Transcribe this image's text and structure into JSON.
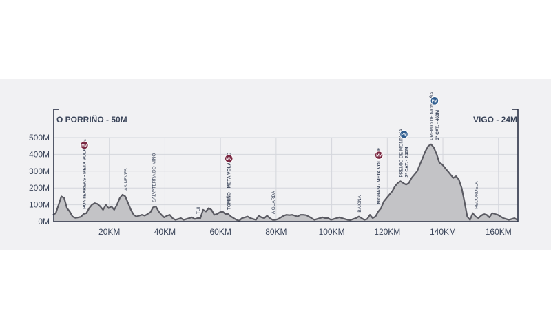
{
  "chart_data": {
    "type": "area",
    "start_label": "O PORRIÑO - 50M",
    "end_label": "VIGO - 24M",
    "xlim": [
      0,
      167
    ],
    "ylim": [
      0,
      500
    ],
    "x_ticks": [
      {
        "v": 20,
        "label": "20KM"
      },
      {
        "v": 40,
        "label": "40KM"
      },
      {
        "v": 60,
        "label": "60KM"
      },
      {
        "v": 80,
        "label": "80KM"
      },
      {
        "v": 100,
        "label": "100KM"
      },
      {
        "v": 120,
        "label": "120KM"
      },
      {
        "v": 140,
        "label": "140KM"
      },
      {
        "v": 160,
        "label": "160KM"
      }
    ],
    "y_ticks": [
      {
        "v": 0,
        "label": "0M"
      },
      {
        "v": 100,
        "label": "100M"
      },
      {
        "v": 200,
        "label": "200M"
      },
      {
        "v": 300,
        "label": "300M"
      },
      {
        "v": 400,
        "label": "400M"
      },
      {
        "v": 500,
        "label": "500M"
      }
    ],
    "profile": [
      [
        0,
        40
      ],
      [
        1,
        50
      ],
      [
        2,
        100
      ],
      [
        3,
        150
      ],
      [
        4,
        140
      ],
      [
        5,
        80
      ],
      [
        6,
        60
      ],
      [
        7,
        30
      ],
      [
        8,
        22
      ],
      [
        9,
        24
      ],
      [
        10,
        28
      ],
      [
        11,
        45
      ],
      [
        12,
        50
      ],
      [
        13,
        80
      ],
      [
        14,
        100
      ],
      [
        15,
        110
      ],
      [
        16,
        105
      ],
      [
        17,
        90
      ],
      [
        18,
        70
      ],
      [
        19,
        100
      ],
      [
        20,
        80
      ],
      [
        21,
        90
      ],
      [
        22,
        70
      ],
      [
        23,
        100
      ],
      [
        24,
        140
      ],
      [
        25,
        160
      ],
      [
        26,
        150
      ],
      [
        27,
        110
      ],
      [
        28,
        70
      ],
      [
        29,
        40
      ],
      [
        30,
        30
      ],
      [
        31,
        35
      ],
      [
        32,
        40
      ],
      [
        33,
        35
      ],
      [
        34,
        45
      ],
      [
        35,
        55
      ],
      [
        36,
        85
      ],
      [
        37,
        90
      ],
      [
        38,
        60
      ],
      [
        39,
        40
      ],
      [
        40,
        25
      ],
      [
        41,
        35
      ],
      [
        42,
        40
      ],
      [
        43,
        20
      ],
      [
        44,
        10
      ],
      [
        45,
        15
      ],
      [
        46,
        20
      ],
      [
        47,
        10
      ],
      [
        48,
        15
      ],
      [
        49,
        20
      ],
      [
        50,
        25
      ],
      [
        51,
        15
      ],
      [
        52,
        20
      ],
      [
        53,
        20
      ],
      [
        54,
        70
      ],
      [
        55,
        60
      ],
      [
        56,
        80
      ],
      [
        57,
        70
      ],
      [
        58,
        40
      ],
      [
        59,
        45
      ],
      [
        60,
        55
      ],
      [
        61,
        60
      ],
      [
        62,
        45
      ],
      [
        63,
        45
      ],
      [
        64,
        30
      ],
      [
        65,
        20
      ],
      [
        66,
        10
      ],
      [
        67,
        5
      ],
      [
        68,
        20
      ],
      [
        69,
        25
      ],
      [
        70,
        30
      ],
      [
        71,
        20
      ],
      [
        72,
        15
      ],
      [
        73,
        10
      ],
      [
        74,
        35
      ],
      [
        75,
        25
      ],
      [
        76,
        20
      ],
      [
        77,
        35
      ],
      [
        78,
        20
      ],
      [
        79,
        10
      ],
      [
        80,
        10
      ],
      [
        81,
        15
      ],
      [
        82,
        25
      ],
      [
        83,
        35
      ],
      [
        84,
        40
      ],
      [
        85,
        38
      ],
      [
        86,
        40
      ],
      [
        87,
        35
      ],
      [
        88,
        30
      ],
      [
        89,
        40
      ],
      [
        90,
        40
      ],
      [
        91,
        38
      ],
      [
        92,
        30
      ],
      [
        93,
        20
      ],
      [
        94,
        10
      ],
      [
        95,
        15
      ],
      [
        96,
        20
      ],
      [
        97,
        25
      ],
      [
        98,
        20
      ],
      [
        99,
        20
      ],
      [
        100,
        10
      ],
      [
        101,
        15
      ],
      [
        102,
        20
      ],
      [
        103,
        25
      ],
      [
        104,
        20
      ],
      [
        105,
        15
      ],
      [
        106,
        10
      ],
      [
        107,
        8
      ],
      [
        108,
        15
      ],
      [
        109,
        20
      ],
      [
        110,
        30
      ],
      [
        111,
        20
      ],
      [
        112,
        10
      ],
      [
        113,
        15
      ],
      [
        114,
        40
      ],
      [
        115,
        20
      ],
      [
        116,
        30
      ],
      [
        117,
        60
      ],
      [
        118,
        80
      ],
      [
        119,
        120
      ],
      [
        120,
        140
      ],
      [
        121,
        160
      ],
      [
        122,
        180
      ],
      [
        123,
        210
      ],
      [
        124,
        230
      ],
      [
        125,
        240
      ],
      [
        126,
        230
      ],
      [
        127,
        220
      ],
      [
        128,
        230
      ],
      [
        129,
        260
      ],
      [
        130,
        280
      ],
      [
        131,
        300
      ],
      [
        132,
        340
      ],
      [
        133,
        380
      ],
      [
        134,
        420
      ],
      [
        135,
        450
      ],
      [
        136,
        460
      ],
      [
        137,
        440
      ],
      [
        138,
        400
      ],
      [
        139,
        350
      ],
      [
        140,
        340
      ],
      [
        141,
        320
      ],
      [
        142,
        300
      ],
      [
        143,
        280
      ],
      [
        144,
        260
      ],
      [
        145,
        270
      ],
      [
        146,
        250
      ],
      [
        147,
        200
      ],
      [
        148,
        120
      ],
      [
        149,
        30
      ],
      [
        150,
        10
      ],
      [
        151,
        50
      ],
      [
        152,
        30
      ],
      [
        153,
        20
      ],
      [
        154,
        35
      ],
      [
        155,
        45
      ],
      [
        156,
        40
      ],
      [
        157,
        25
      ],
      [
        158,
        50
      ],
      [
        159,
        45
      ],
      [
        160,
        40
      ],
      [
        161,
        30
      ],
      [
        162,
        20
      ],
      [
        163,
        15
      ],
      [
        164,
        10
      ],
      [
        165,
        15
      ],
      [
        166,
        20
      ],
      [
        167,
        10
      ]
    ],
    "annotations": [
      {
        "x": 11,
        "label": "PONTEAREAS - META VOLANTE",
        "bold": true,
        "badge": "MV",
        "badge_color": "#7a2741",
        "badge_y": 455
      },
      {
        "x": 26,
        "label": "AS NEVES",
        "bold": false
      },
      {
        "x": 36,
        "label": "SALVATERRA DO MIÑO",
        "bold": false
      },
      {
        "x": 52,
        "label": "TUI",
        "bold": false
      },
      {
        "x": 63,
        "label": "TOMIÑO - META VOLANTE",
        "bold": true,
        "badge": "MV",
        "badge_color": "#7a2741",
        "badge_y": 375
      },
      {
        "x": 79,
        "label": "A GUARDA",
        "bold": false
      },
      {
        "x": 110,
        "label": "BAIONA",
        "bold": false
      },
      {
        "x": 117,
        "label": "NIGRÁN - META VOLANTE",
        "bold": true,
        "badge": "MV",
        "badge_color": "#7a2741",
        "badge_y": 395
      },
      {
        "x": 125,
        "label": "PREMIO DE MONTAÑA",
        "label2": "3ª CAT. - 240M",
        "bold": false,
        "badge": "PM",
        "badge_color": "#2f5d8f",
        "badge_y": 520
      },
      {
        "x": 136,
        "label": "PREMIO DE MONTAÑA",
        "label2": "3ª CAT. - 460M",
        "bold": false,
        "badge": "PM",
        "badge_color": "#2f5d8f",
        "badge_y": 720
      },
      {
        "x": 152,
        "label": "REDONDELA",
        "bold": false
      }
    ],
    "colors": {
      "fill": "#c3c3c6",
      "edge": "#5a5a62",
      "axis": "#2c3347",
      "grid": "#d4d6dc",
      "text": "#3a4459"
    }
  }
}
